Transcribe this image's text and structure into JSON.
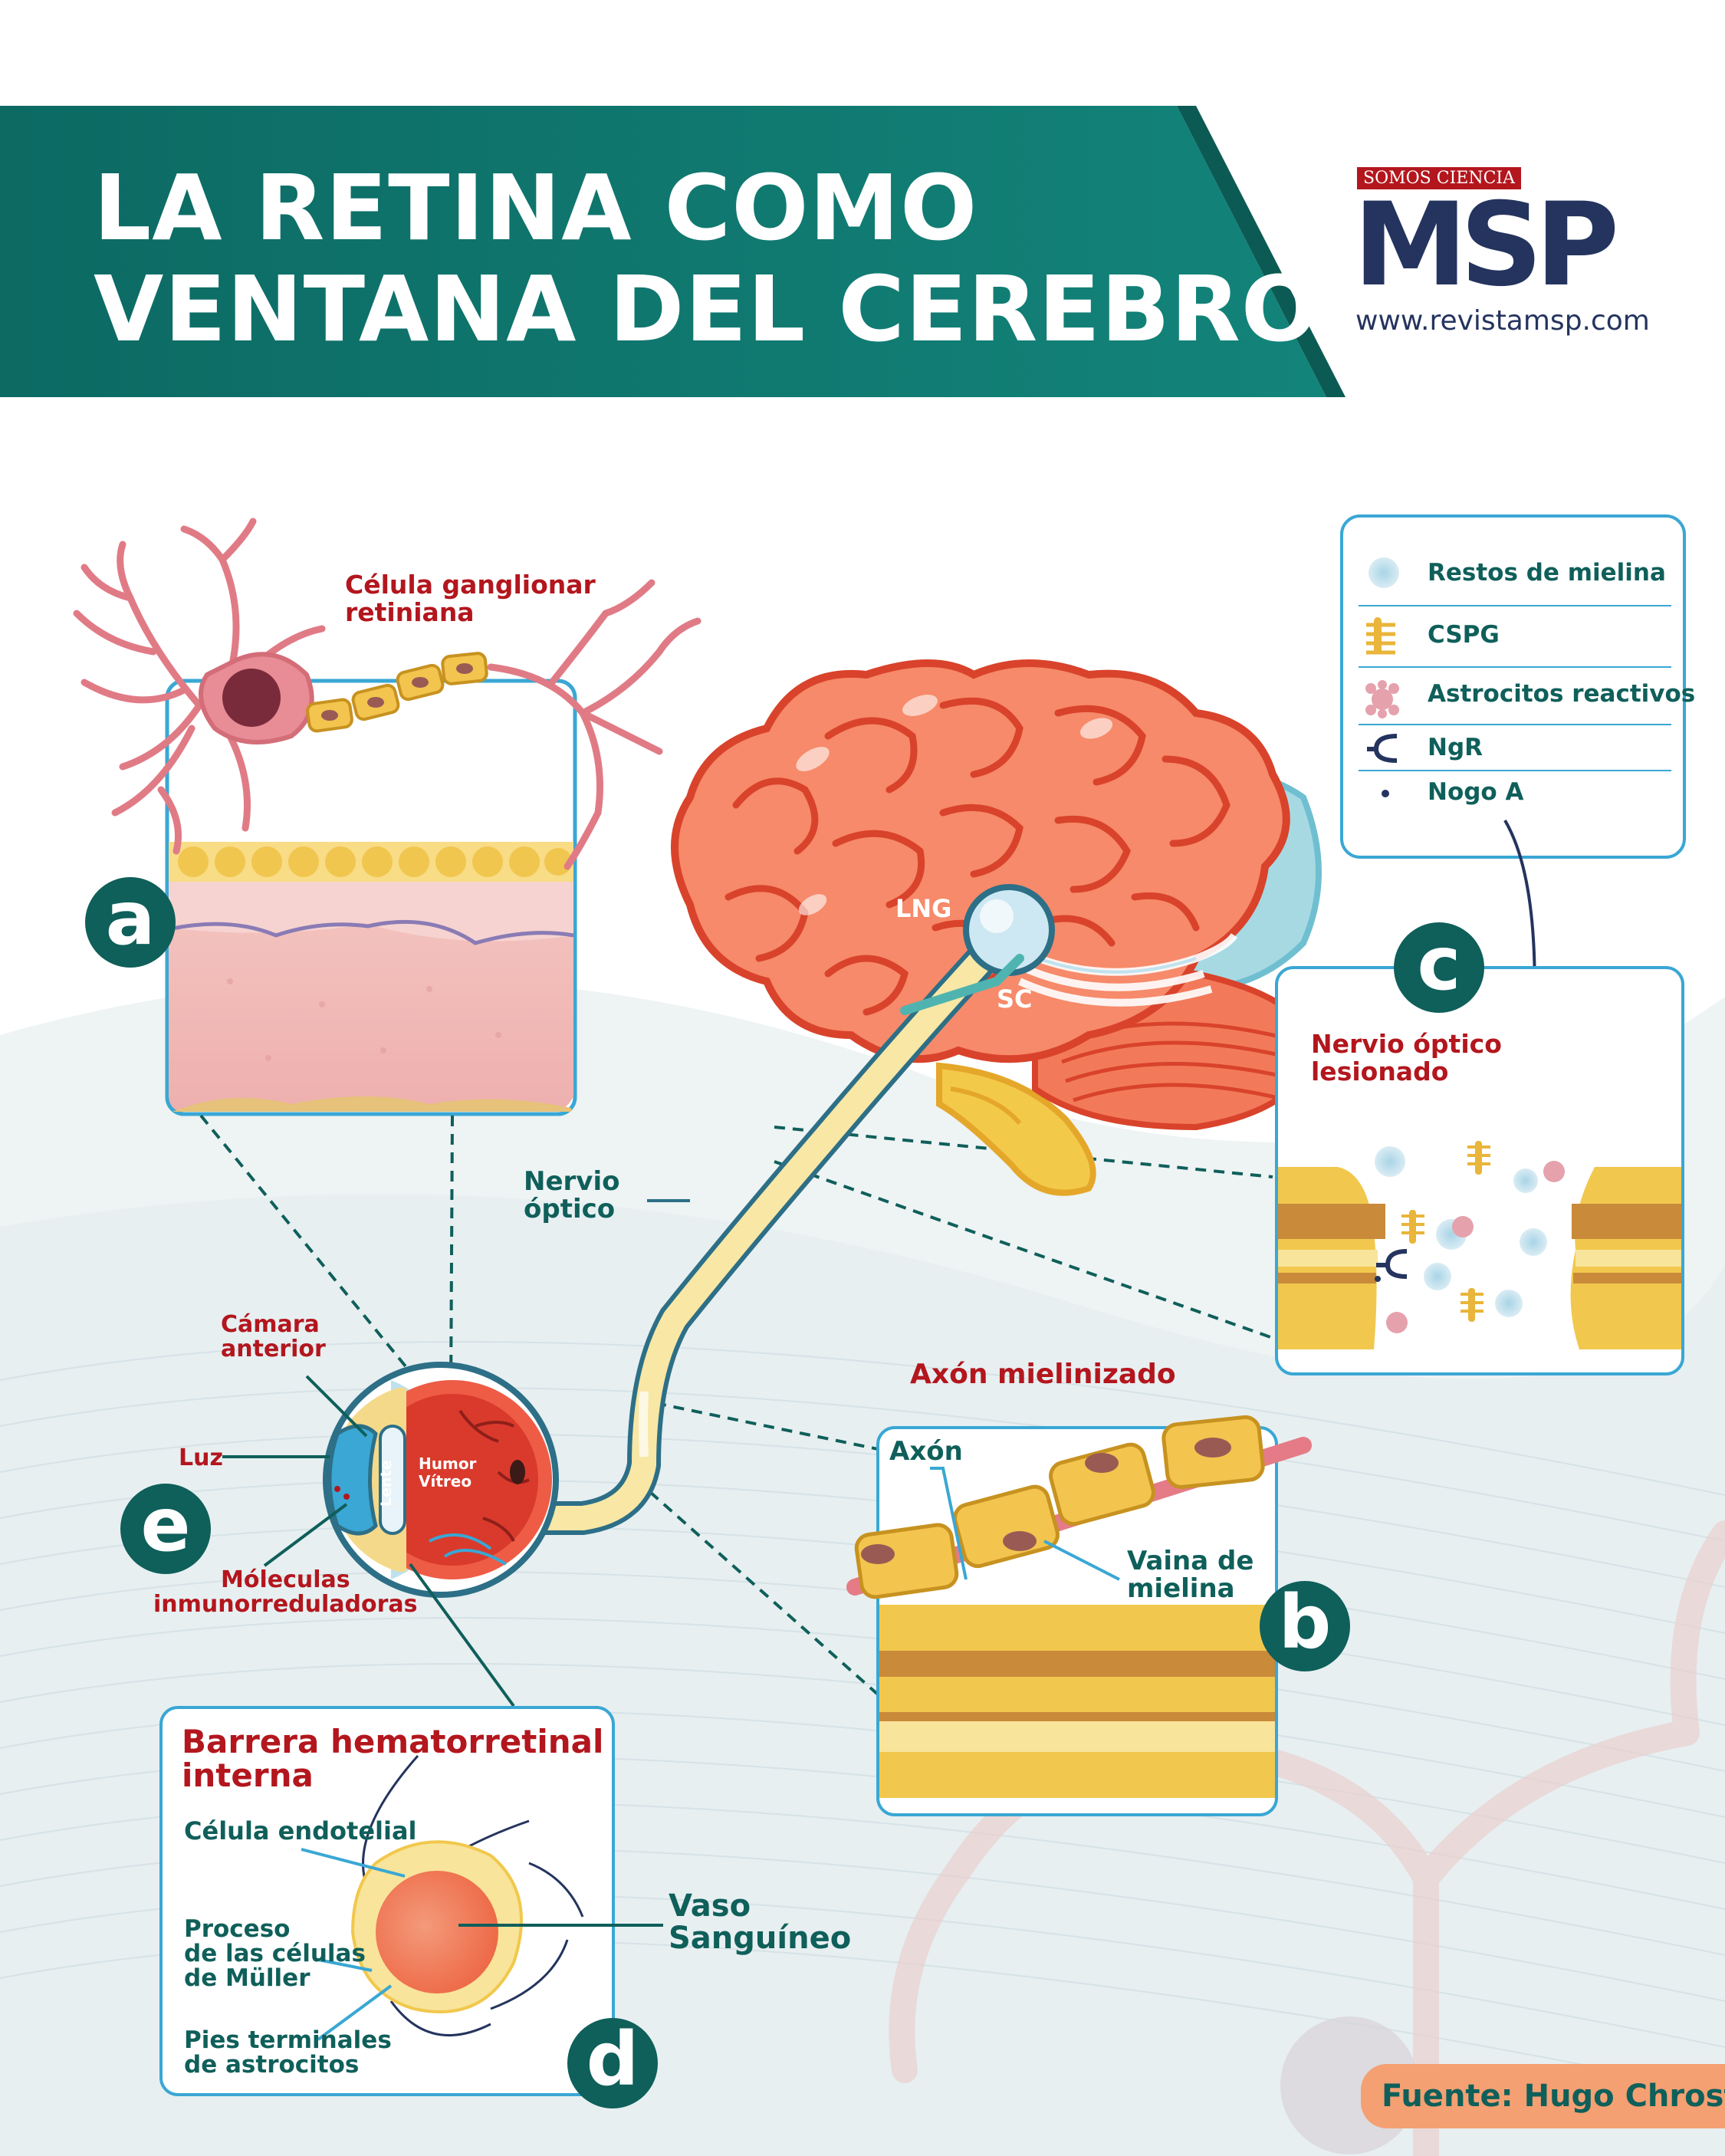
{
  "header": {
    "title_line1": "LA RETINA COMO",
    "title_line2": "VENTANA DEL CEREBRO"
  },
  "brand": {
    "tagline": "SOMOS CIENCIA",
    "logo": "MSP",
    "url": "www.revistamsp.com"
  },
  "panel_a": {
    "letter": "a",
    "label": "Célula ganglionar retiniana",
    "label_line1": "Célula ganglionar",
    "label_line2": "retiniana"
  },
  "brain": {
    "lng": "LNG",
    "sc": "SC",
    "nerve_line1": "Nervio",
    "nerve_line2": "óptico"
  },
  "legend": {
    "items": [
      {
        "label": "Restos de mielina",
        "icon": "myelin-debris-icon"
      },
      {
        "label": "CSPG",
        "icon": "cspg-icon"
      },
      {
        "label": "Astrocitos reactivos",
        "icon": "reactive-astrocyte-icon"
      },
      {
        "label": "NgR",
        "icon": "ngr-receptor-icon"
      },
      {
        "label": "Nogo A",
        "icon": "nogo-a-dot-icon"
      }
    ]
  },
  "panel_c": {
    "letter": "c",
    "label_line1": "Nervio óptico",
    "label_line2": "lesionado"
  },
  "eye": {
    "letter": "e",
    "anterior_line1": "Cámara",
    "anterior_line2": "anterior",
    "light": "Luz",
    "lens": "Lente",
    "vitreous_line1": "Humor",
    "vitreous_line2": "Vítreo",
    "molecules_line1": "Móleculas",
    "molecules_line2": "inmunorreduladoras"
  },
  "panel_b": {
    "letter": "b",
    "title": "Axón mielinizado",
    "axon": "Axón",
    "sheath_line1": "Vaina de",
    "sheath_line2": "mielina"
  },
  "panel_d": {
    "letter": "d",
    "title_line1": "Barrera hematorretinal",
    "title_line2": "interna",
    "endothelial": "Célula endotelial",
    "muller_line1": "Proceso",
    "muller_line2": "de las células",
    "muller_line3": "de Müller",
    "feet_line1": "Pies terminales",
    "feet_line2": "de astrocitos",
    "vessel_line1": "Vaso",
    "vessel_line2": "Sanguíneo"
  },
  "source": "Fuente: Hugo Chrost",
  "colors": {
    "teal": "#0f5f5a",
    "red_label": "#b3161d",
    "navy": "#24345e",
    "box_border": "#3aa7d4",
    "source_bg": "#f4a072"
  }
}
